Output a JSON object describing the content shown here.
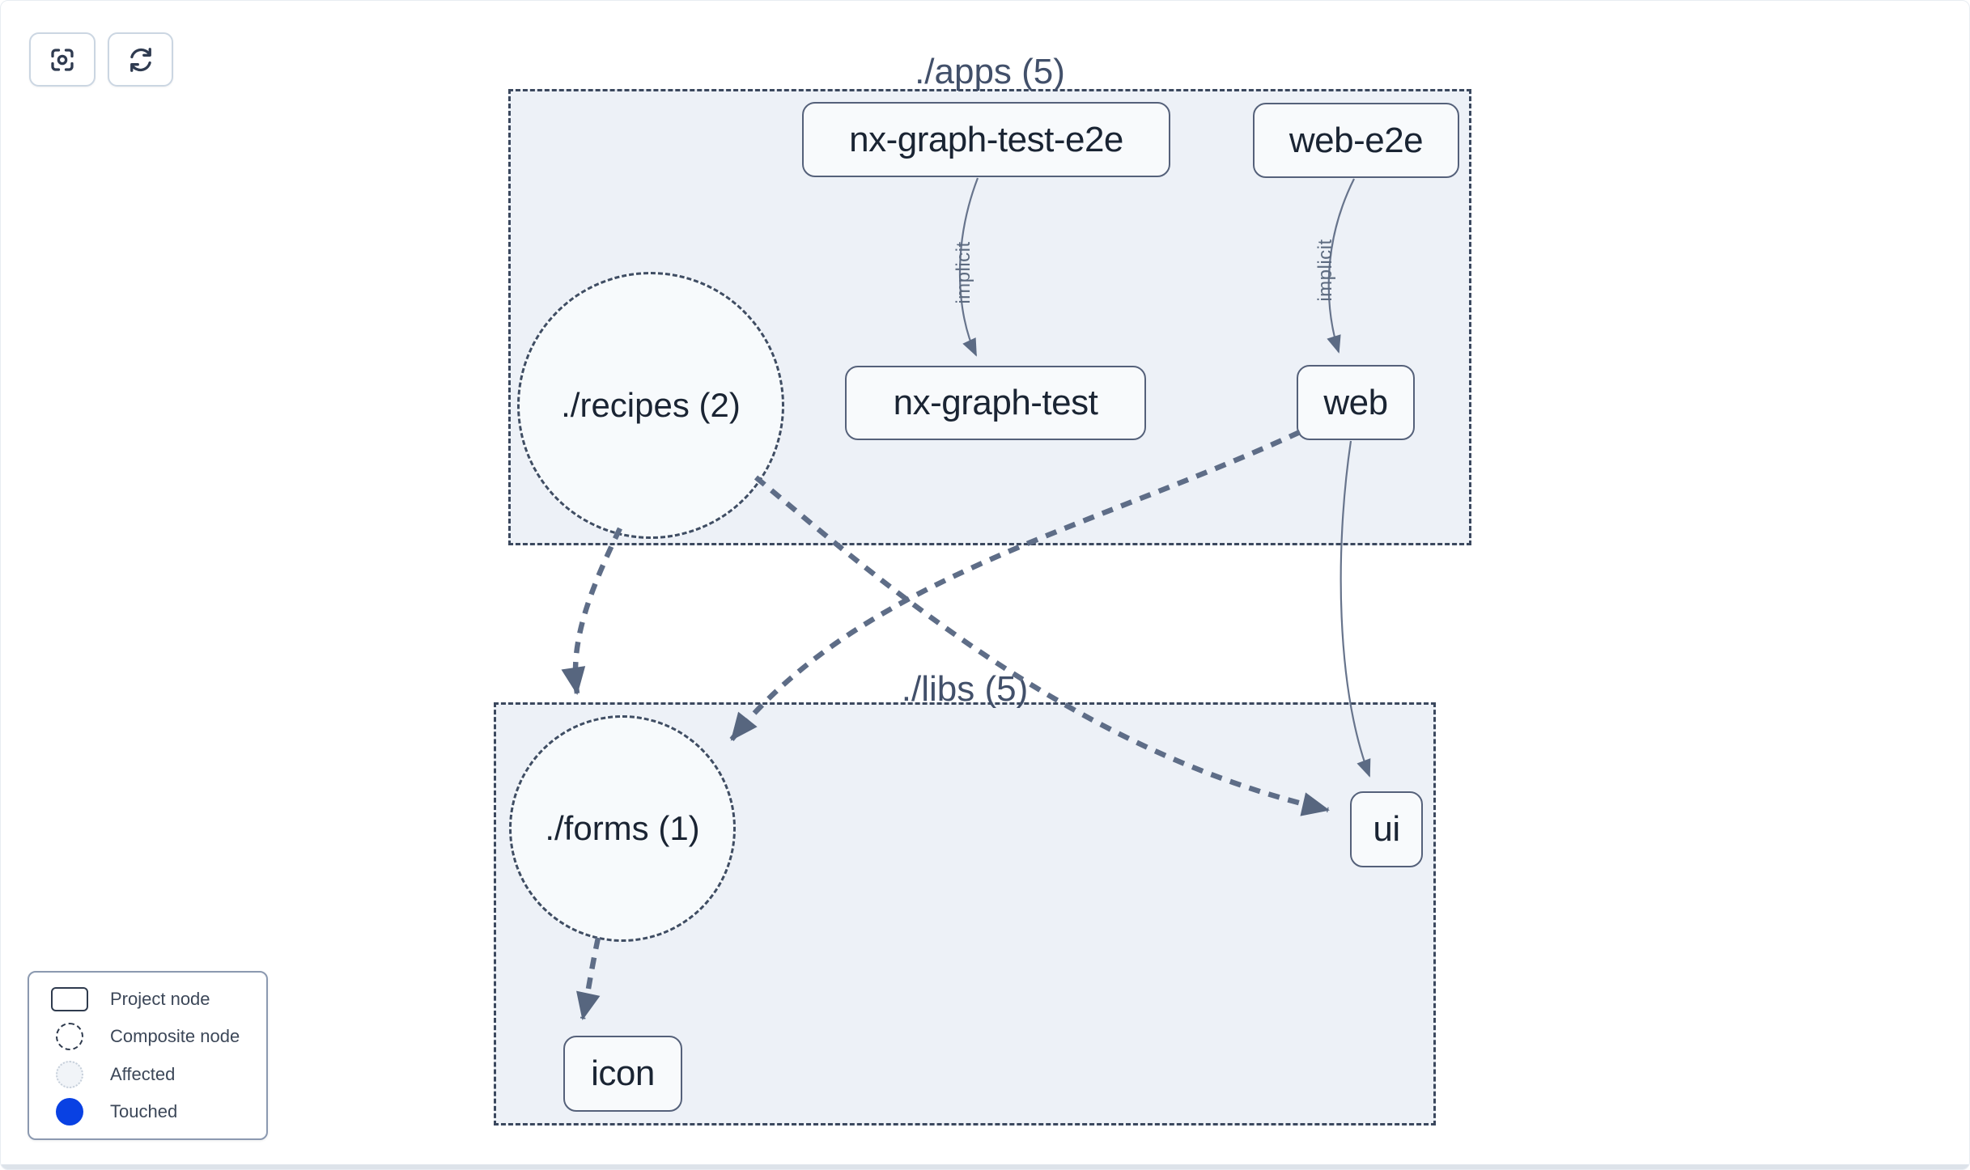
{
  "toolbar": {
    "center_button": {
      "icon": "focus-icon"
    },
    "refresh_button": {
      "icon": "refresh-icon"
    }
  },
  "graph": {
    "groups": [
      {
        "id": "apps",
        "label": "./apps (5)"
      },
      {
        "id": "libs",
        "label": "./libs (5)"
      }
    ],
    "composite_nodes": [
      {
        "label": "./recipes (2)",
        "group": "apps"
      },
      {
        "label": "./forms (1)",
        "group": "libs"
      }
    ],
    "project_nodes": [
      {
        "label": "nx-graph-test-e2e",
        "group": "apps"
      },
      {
        "label": "web-e2e",
        "group": "apps"
      },
      {
        "label": "nx-graph-test",
        "group": "apps"
      },
      {
        "label": "web",
        "group": "apps"
      },
      {
        "label": "ui",
        "group": "libs"
      },
      {
        "label": "icon",
        "group": "libs"
      }
    ],
    "edges": [
      {
        "from": "nx-graph-test-e2e",
        "to": "nx-graph-test",
        "label": "implicit",
        "style": "solid"
      },
      {
        "from": "web-e2e",
        "to": "web",
        "label": "implicit",
        "style": "solid"
      },
      {
        "from": "web",
        "to": "ui",
        "label": "",
        "style": "solid"
      },
      {
        "from": "./recipes (2)",
        "to": "./forms (1)",
        "label": "",
        "style": "dashed"
      },
      {
        "from": "./recipes (2)",
        "to": "ui",
        "label": "",
        "style": "dashed"
      },
      {
        "from": "web",
        "to": "./forms (1)",
        "label": "",
        "style": "dashed"
      },
      {
        "from": "./forms (1)",
        "to": "icon",
        "label": "",
        "style": "dashed"
      }
    ]
  },
  "legend": {
    "items": [
      {
        "icon": "project-node-icon",
        "label": "Project node"
      },
      {
        "icon": "composite-node-icon",
        "label": "Composite node"
      },
      {
        "icon": "affected-icon",
        "label": "Affected"
      },
      {
        "icon": "touched-icon",
        "label": "Touched"
      }
    ]
  },
  "colors": {
    "touched_blue": "#0941e3",
    "container_fill": "#edf1f7",
    "edge": "#5e6d87",
    "text_dark": "#1a2433"
  }
}
